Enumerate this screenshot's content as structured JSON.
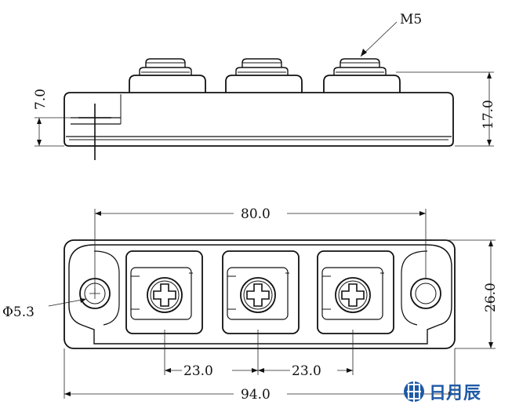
{
  "drawing": {
    "thread_callout": "M5",
    "side_view": {
      "height_left": "7.0",
      "height_right": "17.0"
    },
    "top_view": {
      "hole_spacing": "80.0",
      "width": "26.0",
      "hole_diameter": "Φ5.3",
      "terminal_pitch_1": "23.0",
      "terminal_pitch_2": "23.0",
      "overall_length": "94.0"
    }
  },
  "logo": {
    "text": "日月辰",
    "color": "#1f5aa6"
  }
}
